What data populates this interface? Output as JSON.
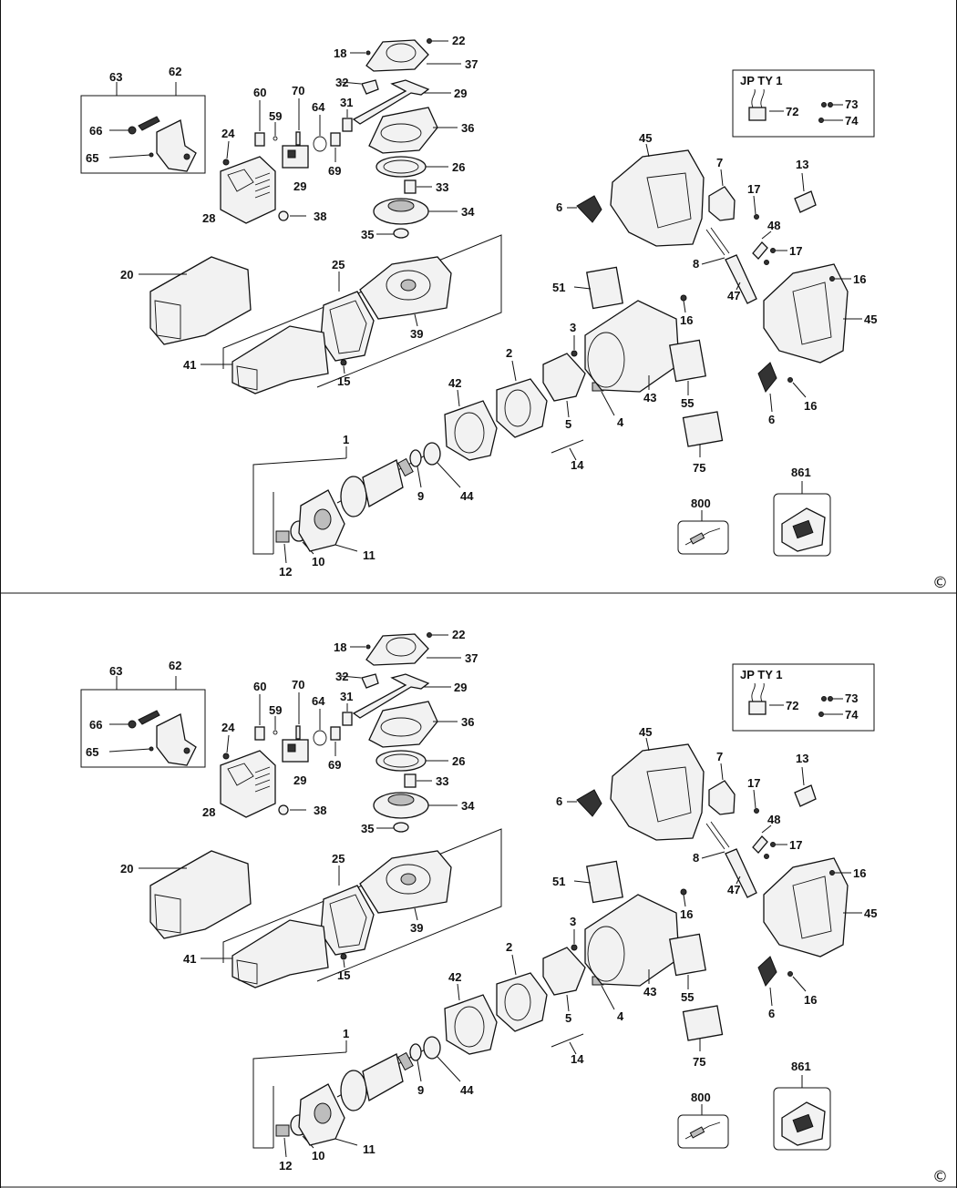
{
  "sheets": [
    {
      "type_box_label": "JP TY 1",
      "copyright": "©",
      "callouts": {
        "c1": "1",
        "c2": "2",
        "c3": "3",
        "c4": "4",
        "c5": "5",
        "c6a": "6",
        "c6b": "6",
        "c7": "7",
        "c8": "8",
        "c9": "9",
        "c10": "10",
        "c11": "11",
        "c12": "12",
        "c13": "13",
        "c14": "14",
        "c15": "15",
        "c16a": "16",
        "c16b": "16",
        "c16c": "16",
        "c17a": "17",
        "c17b": "17",
        "c18": "18",
        "c20": "20",
        "c22": "22",
        "c24": "24",
        "c25": "25",
        "c26": "26",
        "c28": "28",
        "c29a": "29",
        "c29b": "29",
        "c31": "31",
        "c32": "32",
        "c33": "33",
        "c34": "34",
        "c35": "35",
        "c36": "36",
        "c37": "37",
        "c38": "38",
        "c39": "39",
        "c41": "41",
        "c42": "42",
        "c43": "43",
        "c44": "44",
        "c45a": "45",
        "c45b": "45",
        "c47": "47",
        "c48": "48",
        "c51": "51",
        "c55": "55",
        "c59": "59",
        "c60": "60",
        "c62": "62",
        "c63": "63",
        "c64": "64",
        "c65": "65",
        "c66": "66",
        "c69": "69",
        "c70": "70",
        "c72": "72",
        "c73": "73",
        "c74": "74",
        "c75": "75",
        "c800": "800",
        "c861": "861"
      }
    },
    {
      "type_box_label": "JP TY 1",
      "copyright": "©",
      "callouts": {
        "c1": "1",
        "c2": "2",
        "c3": "3",
        "c4": "4",
        "c5": "5",
        "c6a": "6",
        "c6b": "6",
        "c7": "7",
        "c8": "8",
        "c9": "9",
        "c10": "10",
        "c11": "11",
        "c12": "12",
        "c13": "13",
        "c14": "14",
        "c15": "15",
        "c16a": "16",
        "c16b": "16",
        "c16c": "16",
        "c17a": "17",
        "c17b": "17",
        "c18": "18",
        "c20": "20",
        "c22": "22",
        "c24": "24",
        "c25": "25",
        "c26": "26",
        "c28": "28",
        "c29a": "29",
        "c29b": "29",
        "c31": "31",
        "c32": "32",
        "c33": "33",
        "c34": "34",
        "c35": "35",
        "c36": "36",
        "c37": "37",
        "c38": "38",
        "c39": "39",
        "c41": "41",
        "c42": "42",
        "c43": "43",
        "c44": "44",
        "c45a": "45",
        "c45b": "45",
        "c47": "47",
        "c48": "48",
        "c51": "51",
        "c55": "55",
        "c59": "59",
        "c60": "60",
        "c62": "62",
        "c63": "63",
        "c64": "64",
        "c65": "65",
        "c66": "66",
        "c69": "69",
        "c70": "70",
        "c72": "72",
        "c73": "73",
        "c74": "74",
        "c75": "75",
        "c800": "800",
        "c861": "861"
      }
    }
  ]
}
